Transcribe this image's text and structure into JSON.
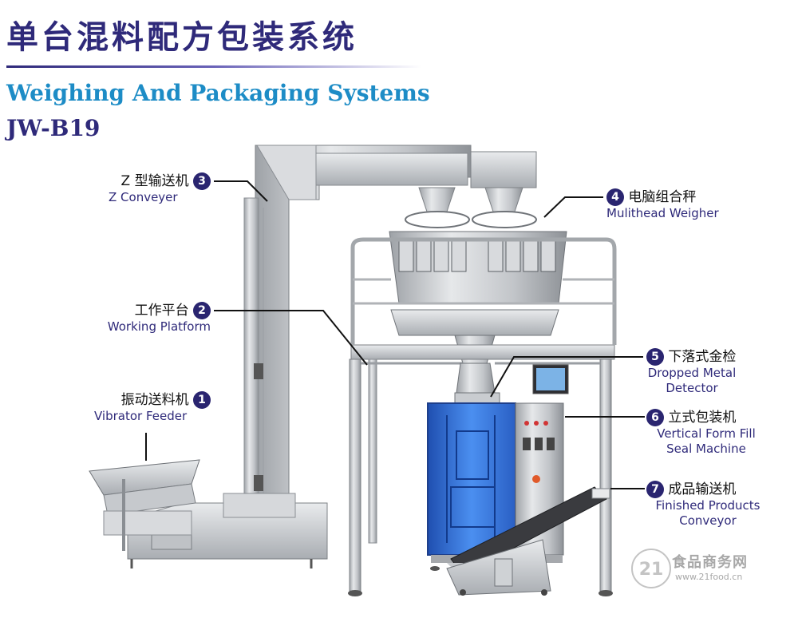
{
  "header": {
    "title_cn": "单台混料配方包装系统",
    "title_en": "Weighing And Packaging Systems",
    "model": "JW-B19"
  },
  "components": [
    {
      "num": "1",
      "cn": "振动送料机",
      "en": "Vibrator Feeder"
    },
    {
      "num": "2",
      "cn": "工作平台",
      "en": "Working Platform"
    },
    {
      "num": "3",
      "cn": "Z 型输送机",
      "en": "Z Conveyer"
    },
    {
      "num": "4",
      "cn": "电脑组合秤",
      "en": "Mulithead Weigher"
    },
    {
      "num": "5",
      "cn": "下落式金检",
      "en_line1": "Dropped Metal",
      "en_line2": "Detector"
    },
    {
      "num": "6",
      "cn": "立式包装机",
      "en_line1": "Vertical Form Fill",
      "en_line2": "Seal Machine"
    },
    {
      "num": "7",
      "cn": "成品输送机",
      "en_line1": "Finished Products",
      "en_line2": "Conveyor"
    }
  ],
  "watermark": {
    "logo_text": "21",
    "name": "食品商务网",
    "url": "www.21food.cn"
  },
  "colors": {
    "title_navy": "#2f2a7a",
    "title_blue": "#1d8cc6",
    "badge": "#2a2570",
    "steel": "#c8cacd",
    "panel_blue": "#2f6fd6"
  }
}
